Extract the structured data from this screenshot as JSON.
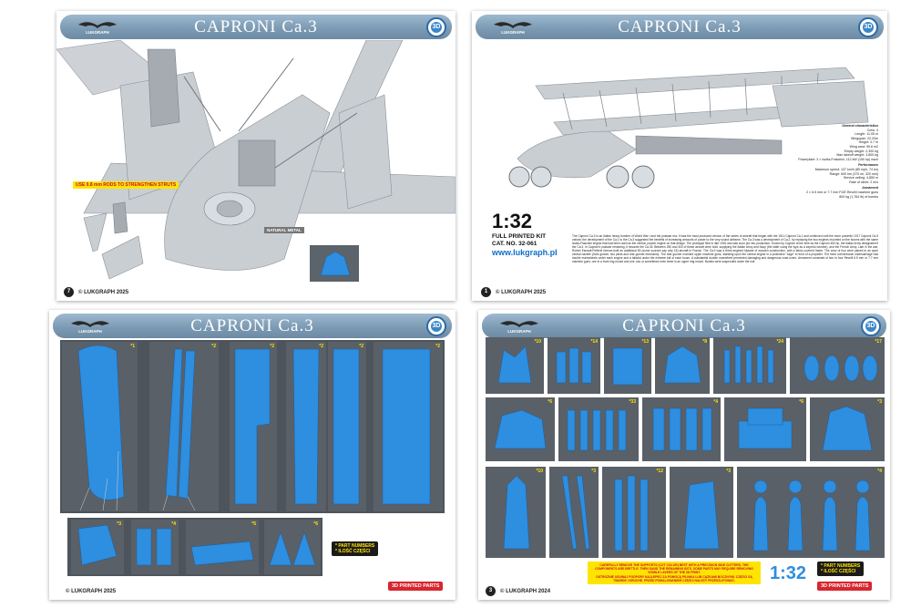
{
  "pages": [
    {
      "title": "CAPRONI Ca.3",
      "page_number": "7",
      "footer": "© LUKGRAPH 2025",
      "logo_text": "LUKGRAPH",
      "badge": "3D",
      "tags": {
        "rods": "USE 0.8 mm RODS TO STRENGTHEN STRUTS",
        "metal": "NATURAL METAL"
      }
    },
    {
      "title": "CAPRONI Ca.3",
      "page_number": "1",
      "footer": "© LUKGRAPH 2025",
      "logo_text": "LUKGRAPH",
      "badge": "3D",
      "scale": "1:32",
      "kit_line1": "FULL PRINTED KIT",
      "kit_line2": "CAT. NO. 32-061",
      "url": "www.lukgraph.pl",
      "specs": {
        "general_heading": "General characteristics",
        "general": [
          "Crew: 4",
          "Length: 11.05 m",
          "Wingspan: 22.20m",
          "Height: 3.7 m",
          "Wing area: 95.6 m2",
          "Empty weight: 2,300 kg",
          "Max takeoff weight: 3,800 kg",
          "Powerplant: 3 × Isotta-Fraschini, 112 kW (150 hp) each"
        ],
        "performance_heading": "Performance",
        "performance": [
          "Maximum speed: 137 km/h (85 mph, 74 kn)",
          "Range: 600 km (370 mi, 320 nmi)",
          "Service ceiling: 4,850 m",
          "Rate of climb: 2 m/s"
        ],
        "armament_heading": "Armament",
        "armament": [
          "2 × 6.5 mm or 7.7 mm FIAT-Revelli machine guns",
          "800 kg (1,764 lb) of bombs"
        ]
      },
      "body": "The Caproni Ca.3 is an Italian heavy bomber of World War I and the postwar era. It was the most produced version of the series of aircraft that began with the 1914 Caproni Ca.1 and continued until the more powerful 1917 Caproni Ca.5 variant; the development of the Ca.1 to the Ca.3 suggested the benefits of increasing amounts of power to the very sound airframe. The Ca.3 was a development of Ca.2, by replacing the two engines mounted on the booms with the same Isotta-Fraschini engine that had been used as the central, pusher engine on that design. The prototype flew in late 1916 and was soon put into production. Known by Caproni at the time as the Caproni 450 hp, the Italian Army designated it the Ca.3. In Caproni's postwar renaming, it became the Ca.33. Between 250 and 300 of these aircraft were built, supplying the Italian Army and Navy (the latter using the type as a torpedo bomber), and the French Army. Late in the war, Robert Esnault-Pelterie licence-built an additional 83 (some sources say only 18) aircraft in France. The Ca.3 was a three-engined biplane of wooden construction, with a fabric-covered frame. The crew of four were placed in an open central nacelle (front gunner, two pilots and rear gunner-mechanic). The rear gunner manned upper machine guns, standing upon the central engine in a protective \"cage\" in front of a propeller. The fixed conventional undercarriage had double mainwheels under each engine and a tailskid under the extreme tail of each boom. A substantial double nosewheel prevented damaging and dangerous nose-overs. Armament consisted of two to four Revelli 6.5 mm or 7.7 mm machine guns, one in a front ring mount and one, two or sometimes even three in an upper ring mount. Bombs were suspended under the hull."
    },
    {
      "title": "CAPRONI Ca.3",
      "page_number": "",
      "footer": "© LUKGRAPH 2025",
      "logo_text": "LUKGRAPH",
      "badge": "3D",
      "tiles": [
        "*1",
        "*2",
        "*2",
        "*2",
        "*2",
        "*2",
        "*3",
        "*4",
        "*5",
        "*6"
      ],
      "legend": [
        "* PART NUMBERS",
        "* ILOŚĆ CZĘŚCI"
      ],
      "red_tag": "3D PRINTED PARTS"
    },
    {
      "title": "CAPRONI Ca.3",
      "page_number": "3",
      "footer": "© LUKGRAPH 2024",
      "logo_text": "LUKGRAPH",
      "badge": "3D",
      "tiles": [
        "*10",
        "*14",
        "*13",
        "*8",
        "*24",
        "*17",
        "*6",
        "*33",
        "*4",
        "*6",
        "*3",
        "*10",
        "*3",
        "*12",
        "*3",
        "*4"
      ],
      "scale": "1:32",
      "legend": [
        "* PART NUMBERS",
        "* ILOŚĆ CZĘŚCI"
      ],
      "red_tag": "3D PRINTED PARTS",
      "note_en": "CAREFULLY REMOVE THE SUPPORTS (CUT COLOR) BEST WITH A PRECISION SIDE CUTTERS. THE COMPONENTS ARE BRITTLE. THEN SAND THE REMAINING BITS. SOME PARTS MAY REQUIRE REMOVING VISIBLE LAYERS OF THE 3D PRINT.",
      "note_pl": "OSTROŻNIE USUWAJ PODPORY NAJLEPIEJ ZA POMOCĄ PILNIKA LUB CĄŻKAMI BOCZNYMI. CZĘŚCI SĄ TWARDE I KRUCHE. PRZED POMALOWANIEM CZĘŚCI NALEŻY PRZESZLIFOWAĆ."
    }
  ],
  "colors": {
    "header": "#7d9bb4",
    "accent_blue": "#2e8ee0",
    "tag_yellow": "#ffe400",
    "tag_red": "#d7262e",
    "dark_bg": "#4e545b"
  }
}
